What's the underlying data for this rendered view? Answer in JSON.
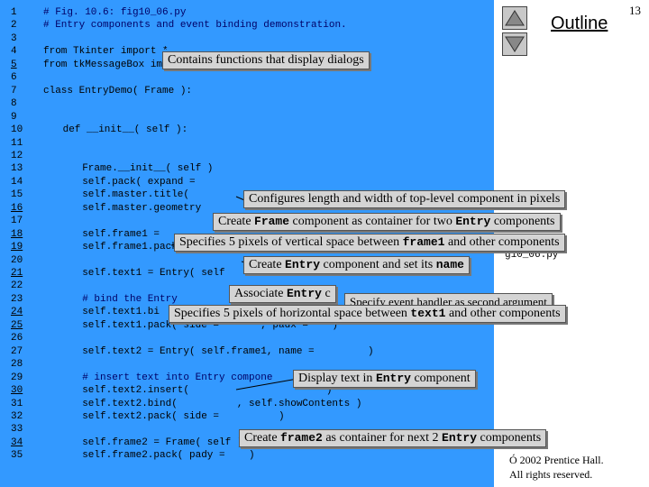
{
  "page_number": "13",
  "outline_label": "Outline",
  "line_numbers": [
    "1",
    "2",
    "3",
    "4",
    "5",
    "6",
    "7",
    "8",
    "9",
    "10",
    "11",
    "12",
    "13",
    "14",
    "15",
    "16",
    "17",
    "18",
    "19",
    "20",
    "21",
    "22",
    "23",
    "24",
    "25",
    "26",
    "27",
    "28",
    "29",
    "30",
    "31",
    "32",
    "33",
    "34",
    "35"
  ],
  "code_lines": [
    {
      "n": 1,
      "indent": 0,
      "text": "# Fig. 10.6: fig10_06.py"
    },
    {
      "n": 2,
      "indent": 0,
      "text": "# Entry components and event binding demonstration."
    },
    {
      "n": 3,
      "indent": 0,
      "text": ""
    },
    {
      "n": 4,
      "indent": 0,
      "text": "from Tkinter import *"
    },
    {
      "n": 5,
      "indent": 0,
      "text": "from tkMessageBox import *"
    },
    {
      "n": 6,
      "indent": 0,
      "text": ""
    },
    {
      "n": 7,
      "indent": 0,
      "text": "class EntryDemo( Frame ):"
    },
    {
      "n": 8,
      "indent": 0,
      "text": ""
    },
    {
      "n": 9,
      "indent": 0,
      "text": ""
    },
    {
      "n": 10,
      "indent": 3,
      "text": "def __init__( self ):"
    },
    {
      "n": 11,
      "indent": 0,
      "text": ""
    },
    {
      "n": 12,
      "indent": 0,
      "text": ""
    },
    {
      "n": 13,
      "indent": 6,
      "text": "Frame.__init__( self )"
    },
    {
      "n": 14,
      "indent": 6,
      "text": "self.pack( expand = "
    },
    {
      "n": 15,
      "indent": 6,
      "text": "self.master.title( "
    },
    {
      "n": 16,
      "indent": 6,
      "text": "self.master.geometry"
    },
    {
      "n": 17,
      "indent": 0,
      "text": ""
    },
    {
      "n": 18,
      "indent": 6,
      "text": "self.frame1 ="
    },
    {
      "n": 19,
      "indent": 6,
      "text": "self.frame1.pack( pady ="
    },
    {
      "n": 20,
      "indent": 0,
      "text": ""
    },
    {
      "n": 21,
      "indent": 6,
      "text": "self.text1 = Entry( self"
    },
    {
      "n": 22,
      "indent": 0,
      "text": ""
    },
    {
      "n": 23,
      "indent": 6,
      "text": "# bind the Entry"
    },
    {
      "n": 24,
      "indent": 6,
      "text": "self.text1.bi"
    },
    {
      "n": 25,
      "indent": 6,
      "text": "self.text1.pack( side =       , padx =    )"
    },
    {
      "n": 26,
      "indent": 0,
      "text": ""
    },
    {
      "n": 27,
      "indent": 6,
      "text": "self.text2 = Entry( self.frame1, name =         )"
    },
    {
      "n": 28,
      "indent": 0,
      "text": ""
    },
    {
      "n": 29,
      "indent": 6,
      "text": "# insert text into Entry compone"
    },
    {
      "n": 30,
      "indent": 6,
      "text": "self.text2.insert(                       )"
    },
    {
      "n": 31,
      "indent": 6,
      "text": "self.text2.bind(          , self.showContents )"
    },
    {
      "n": 32,
      "indent": 6,
      "text": "self.text2.pack( side =          )"
    },
    {
      "n": 33,
      "indent": 0,
      "text": ""
    },
    {
      "n": 34,
      "indent": 6,
      "text": "self.frame2 = Frame( self )"
    },
    {
      "n": 35,
      "indent": 6,
      "text": "self.frame2.pack( pady =    )"
    }
  ],
  "fragment_19": "g10_06.py",
  "callouts": {
    "c1": "Contains functions that display dialogs",
    "c2": "Configures length and width of top-level component in pixels",
    "c3": {
      "a": "Create ",
      "b": "Frame",
      "c": " component as container for two ",
      "d": "Entry",
      "e": " components"
    },
    "c4": {
      "a": "Specifies 5 pixels of vertical space between ",
      "b": "frame1",
      "c": " and other components"
    },
    "c5": {
      "a": "Create ",
      "b": "Entry",
      "c": " component and set its ",
      "d": "name"
    },
    "c6": {
      "a": "Associate ",
      "b": "Entry",
      "c": " c"
    },
    "c7": "Specify event handler as second argument",
    "c8": {
      "a": "Specifies 5 pixels of horizontal space between ",
      "b": "text1",
      "c": " and other components"
    },
    "c9": {
      "a": "Display text in ",
      "b": "Entry",
      "c": " component"
    },
    "c10": {
      "a": "Create ",
      "b": "frame2",
      "c": " as container for next 2 ",
      "d": "Entry",
      "e": " components"
    }
  },
  "copyright": {
    "line1": "Ó 2002 Prentice Hall.",
    "line2": "All rights reserved."
  },
  "colors": {
    "code_background": "#3399ff",
    "callout_background": "#d4d4d4"
  }
}
